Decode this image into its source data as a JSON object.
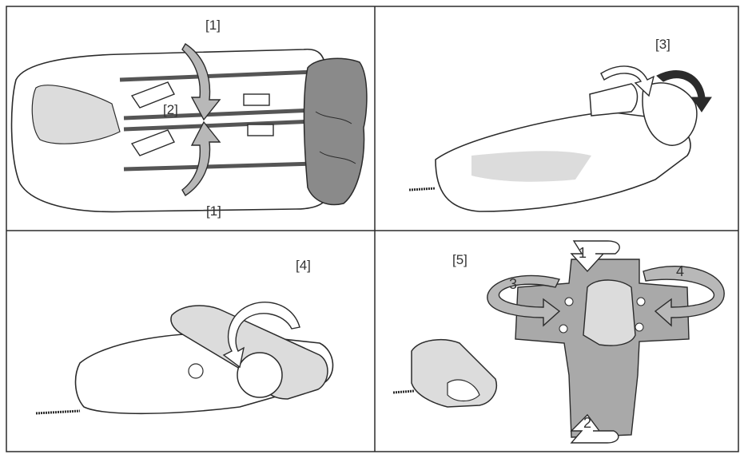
{
  "panels": [
    {
      "labels": [
        "[1]",
        "[2]",
        "[1]"
      ]
    },
    {
      "labels": [
        "[3]"
      ]
    },
    {
      "labels": [
        "[4]"
      ]
    },
    {
      "labels": [
        "[5]"
      ]
    }
  ],
  "numbered_arrows": [
    "1",
    "2",
    "3",
    "4"
  ],
  "colors": {
    "line": "#2b2b2b",
    "dark_fill": "#8a8a8a",
    "mid_fill": "#a9a9a9",
    "light_fill": "#dcdcdc",
    "arrow_fill": "#b8b8b8",
    "strap": "#555555"
  }
}
